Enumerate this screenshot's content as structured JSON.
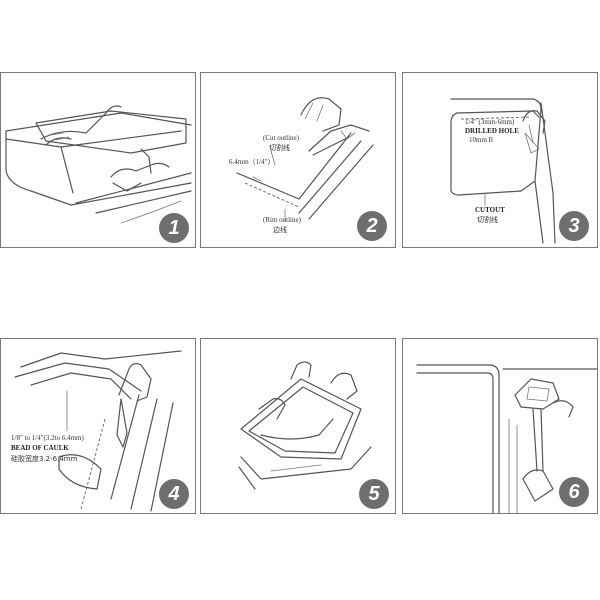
{
  "panels": [
    {
      "step": "1"
    },
    {
      "step": "2",
      "labels": {
        "cut_outline_en": "(Cut outline)",
        "cut_outline_cn": "切割线",
        "dimension": "6.4mm（1/4\"）",
        "rim_outline_en": "(Rim outline)",
        "rim_outline_cn": "边线"
      }
    },
    {
      "step": "3",
      "labels": {
        "drilled_hole_1": "1/4\" (3mm-6mm)",
        "drilled_hole_2": "DRILLED HOLE",
        "drilled_hole_3": "10mm R",
        "cutout_en": "CUTOUT",
        "cutout_cn": "切割线"
      }
    },
    {
      "step": "4",
      "labels": {
        "caulk_size": "1/8\" to 1/4\"(3.2to 6.4mm)",
        "caulk_en": "BEAD OF CAULK",
        "caulk_cn": "硅胶宽度3.2-6.4mm"
      }
    },
    {
      "step": "5"
    },
    {
      "step": "6"
    }
  ]
}
